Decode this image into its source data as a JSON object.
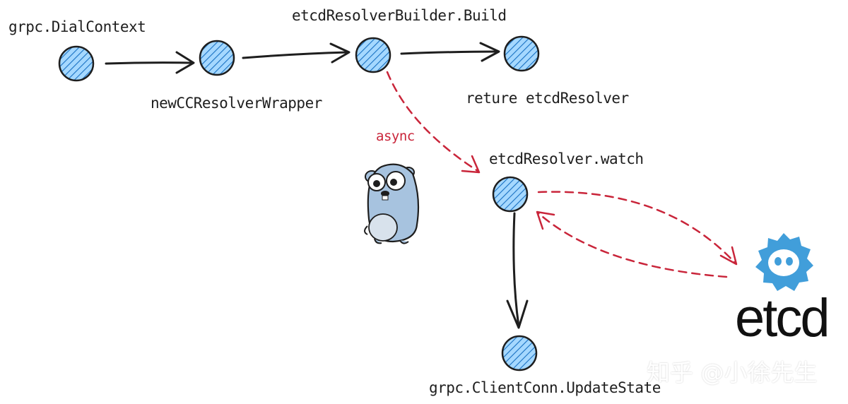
{
  "colors": {
    "ink": "#1e1e1e",
    "node_fill": "#a5d8ff",
    "node_hatch": "#1971c2",
    "async_red": "#c9253a",
    "etcd_blue": "#419eda",
    "gopher_blue": "#a7c3df"
  },
  "nodes": {
    "dial_context": "grpc.DialContext",
    "new_cc_resolver_wrapper": "newCCResolverWrapper",
    "build": "etcdResolverBuilder.Build",
    "return_resolver": "reture etcdResolver",
    "watch": "etcdResolver.watch",
    "update_state": "grpc.ClientConn.UpdateState"
  },
  "async_label": "async",
  "etcd_logo": {
    "text": "etcd",
    "icon": "etcd-gear-robot-icon"
  },
  "mascot": {
    "icon": "go-gopher-icon"
  },
  "watermark": "知乎 @小徐先生"
}
